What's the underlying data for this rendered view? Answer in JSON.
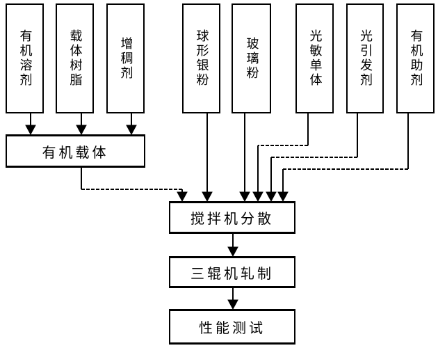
{
  "diagram": {
    "colors": {
      "background": "#ffffff",
      "line": "#000000",
      "text": "#000000"
    },
    "ingredients": [
      {
        "label": "有机溶剂"
      },
      {
        "label": "载体树脂"
      },
      {
        "label": "增稠剂"
      },
      {
        "label": "球形银粉"
      },
      {
        "label": "玻璃粉"
      },
      {
        "label": "光敏单体"
      },
      {
        "label": "光引发剂"
      },
      {
        "label": "有机助剂"
      }
    ],
    "carrier": {
      "label": "有机载体"
    },
    "steps": [
      {
        "label": "搅拌机分散"
      },
      {
        "label": "三辊机轧制"
      },
      {
        "label": "性能测试"
      }
    ]
  }
}
